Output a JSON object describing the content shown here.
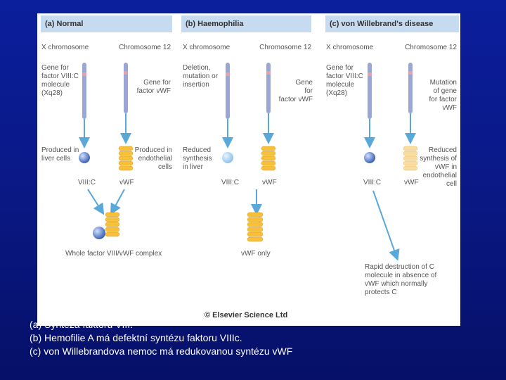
{
  "panels": {
    "a": {
      "title": "(a) Normal",
      "x_chrom": "X chromosome",
      "chrom12": "Chromosome 12",
      "gene_viii": "Gene for\nfactor VIII:C\nmolecule\n(Xq28)",
      "gene_vwf": "Gene for\nfactor vWF",
      "produced_liver": "Produced in\nliver cells",
      "produced_endo": "Produced in\nendothelial\ncells",
      "viiic": "VIII:C",
      "vwf": "vWF",
      "complex": "Whole factor VIII/vWF complex"
    },
    "b": {
      "title": "(b) Haemophilia",
      "x_chrom": "X chromosome",
      "chrom12": "Chromosome 12",
      "deletion": "Deletion,\nmutation or\ninsertion",
      "gene_vwf": "Gene\nfor\nfactor vWF",
      "reduced": "Reduced\nsynthesis\nin liver",
      "viiic": "VIII:C",
      "vwf": "vWF",
      "vwf_only": "vWF only"
    },
    "c": {
      "title": "(c) von Willebrand's disease",
      "x_chrom": "X chromosome",
      "chrom12": "Chromosome 12",
      "gene_viii": "Gene for\nfactor VIII:C\nmolecule\n(Xq28)",
      "mutation": "Mutation\nof gene\nfor factor\nvWF",
      "reduced": "Reduced\nsynthesis of\nvWF in\nendothelial\ncell",
      "viiic": "VIII:C",
      "vwf": "vWF",
      "rapid": "Rapid destruction of C\nmolecule in absence of\nvWF which normally\nprotects C"
    }
  },
  "credit": "© Elsevier Science Ltd",
  "caption": {
    "line1": "(a) Syntéza faktoru VIII.",
    "line2": "(b) Hemofilie A má defektní syntézu faktoru VIIIc.",
    "line3": "(c) von Willebrandova nemoc má redukovanou syntézu  vWF"
  },
  "colors": {
    "background": "#0a1a8a",
    "header": "#c6dbef",
    "chromosome": "#9aa6d6",
    "band": "#e8a0a8",
    "arrow": "#5aa8d8",
    "vwf_stack": "#f6c03a",
    "vwf_stack_reduced": "#f9dca0",
    "viiic_sphere": "#5b7fc8"
  }
}
